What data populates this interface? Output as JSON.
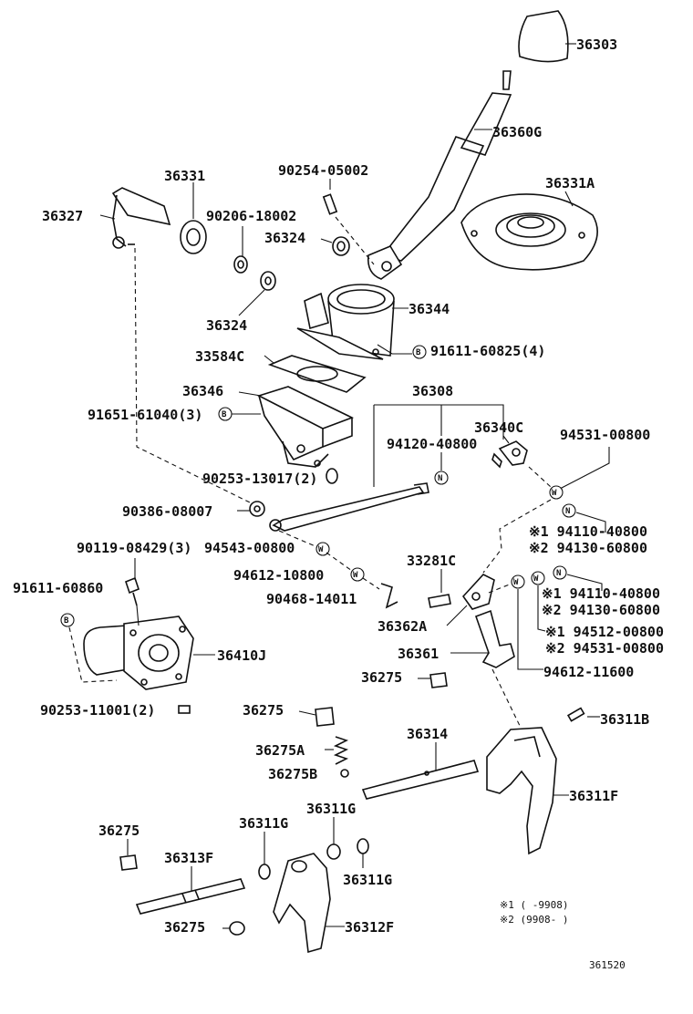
{
  "labels": {
    "p36303": "36303",
    "p36360G": "36360G",
    "p36331": "36331",
    "p90254": "90254-05002",
    "p36331A": "36331A",
    "p36327": "36327",
    "p90206": "90206-18002",
    "p36324a": "36324",
    "p36324b": "36324",
    "p36344": "36344",
    "p33584C": "33584C",
    "p91611_60825": "91611-60825(4)",
    "p36346": "36346",
    "p36308": "36308",
    "p91651": "91651-61040(3)",
    "p36340C": "36340C",
    "p94120": "94120-40800",
    "p94531_00800": "94531-00800",
    "p90253_13017": "90253-13017(2)",
    "p90386": "90386-08007",
    "p94110_1": "※1 94110-40800",
    "p94130_1": "※2 94130-60800",
    "p90119": "90119-08429(3)",
    "p94543": "94543-00800",
    "p33281C": "33281C",
    "p94612_10800": "94612-10800",
    "p94110_2": "※1 94110-40800",
    "p91611_60860": "91611-60860",
    "p90468": "90468-14011",
    "p94130_2": "※2 94130-60800",
    "p36362A": "36362A",
    "p94512": "※1 94512-00800",
    "p36361": "36361",
    "p94531_2": "※2 94531-00800",
    "p36410J": "36410J",
    "p94612_11600": "94612-11600",
    "p36275a": "36275",
    "p90253_11001": "90253-11001(2)",
    "p36275b": "36275",
    "p36311B": "36311B",
    "p36314": "36314",
    "p36275A": "36275A",
    "p36275B": "36275B",
    "p36311F": "36311F",
    "p36311Ga": "36311G",
    "p36275c": "36275",
    "p36311Gb": "36311G",
    "p36313F": "36313F",
    "p36311Gc": "36311G",
    "p36275d": "36275",
    "p36312F": "36312F"
  },
  "markers": {
    "B": "B",
    "N": "N",
    "W": "W"
  },
  "notes": {
    "note1": "※1 (      -9908)",
    "note2": "※2 (9908-      )"
  },
  "diagram_code": "361520"
}
